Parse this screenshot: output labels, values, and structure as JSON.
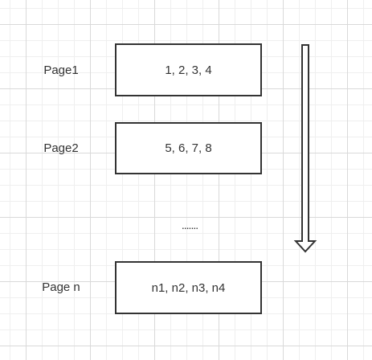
{
  "pages": [
    {
      "label": "Page1",
      "content": "1, 2, 3, 4"
    },
    {
      "label": "Page2",
      "content": "5, 6, 7, 8"
    },
    {
      "label": "Page n",
      "content": "n1, n2, n3, n4"
    }
  ],
  "ellipsis": ".......",
  "arrow_icon": "down-arrow-icon",
  "colors": {
    "stroke": "#333333",
    "text": "#333333",
    "grid_major": "#d9d9d9",
    "grid_minor": "#efefef",
    "background": "#ffffff"
  }
}
